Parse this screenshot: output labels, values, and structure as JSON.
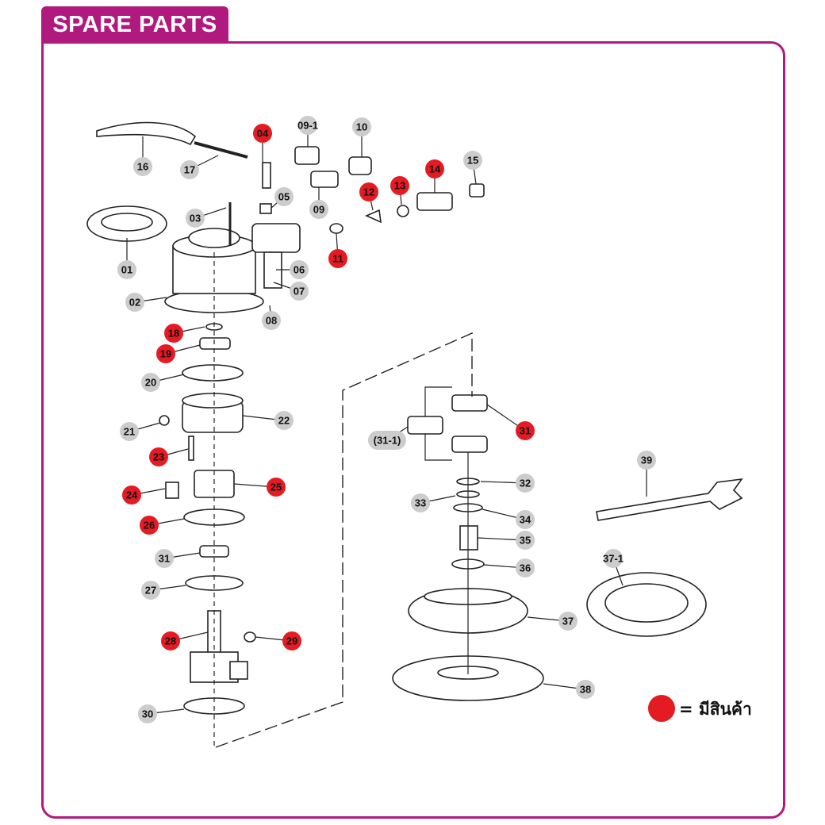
{
  "header": {
    "title": "SPARE PARTS"
  },
  "colors": {
    "accent": "#b0197e",
    "available": "#e51b24",
    "normal": "#cccccc"
  },
  "legend": {
    "text": "= มีสินค้า"
  },
  "parts": [
    {
      "id": "p01",
      "label": "01",
      "available": false
    },
    {
      "id": "p02",
      "label": "02",
      "available": false
    },
    {
      "id": "p03",
      "label": "03",
      "available": false
    },
    {
      "id": "p04",
      "label": "04",
      "available": true
    },
    {
      "id": "p05",
      "label": "05",
      "available": false
    },
    {
      "id": "p06",
      "label": "06",
      "available": false
    },
    {
      "id": "p07",
      "label": "07",
      "available": false
    },
    {
      "id": "p08",
      "label": "08",
      "available": false
    },
    {
      "id": "p09",
      "label": "09",
      "available": false
    },
    {
      "id": "p09-1",
      "label": "09-1",
      "available": false
    },
    {
      "id": "p10",
      "label": "10",
      "available": false
    },
    {
      "id": "p11",
      "label": "11",
      "available": true
    },
    {
      "id": "p12",
      "label": "12",
      "available": true
    },
    {
      "id": "p13",
      "label": "13",
      "available": true
    },
    {
      "id": "p14",
      "label": "14",
      "available": true
    },
    {
      "id": "p15",
      "label": "15",
      "available": false
    },
    {
      "id": "p16",
      "label": "16",
      "available": false
    },
    {
      "id": "p17",
      "label": "17",
      "available": false
    },
    {
      "id": "p18",
      "label": "18",
      "available": true
    },
    {
      "id": "p19",
      "label": "19",
      "available": true
    },
    {
      "id": "p20",
      "label": "20",
      "available": false
    },
    {
      "id": "p21",
      "label": "21",
      "available": false
    },
    {
      "id": "p22",
      "label": "22",
      "available": false
    },
    {
      "id": "p23",
      "label": "23",
      "available": true
    },
    {
      "id": "p24",
      "label": "24",
      "available": true
    },
    {
      "id": "p25",
      "label": "25",
      "available": true
    },
    {
      "id": "p26",
      "label": "26",
      "available": true
    },
    {
      "id": "p31a",
      "label": "31",
      "available": false
    },
    {
      "id": "p27",
      "label": "27",
      "available": false
    },
    {
      "id": "p28",
      "label": "28",
      "available": true
    },
    {
      "id": "p29",
      "label": "29",
      "available": true
    },
    {
      "id": "p30",
      "label": "30",
      "available": false
    },
    {
      "id": "p31b",
      "label": "31",
      "available": true
    },
    {
      "id": "p31-1",
      "label": "(31-1)",
      "available": false
    },
    {
      "id": "p32",
      "label": "32",
      "available": false
    },
    {
      "id": "p33",
      "label": "33",
      "available": false
    },
    {
      "id": "p34",
      "label": "34",
      "available": false
    },
    {
      "id": "p35",
      "label": "35",
      "available": false
    },
    {
      "id": "p36",
      "label": "36",
      "available": false
    },
    {
      "id": "p37",
      "label": "37",
      "available": false
    },
    {
      "id": "p37-1",
      "label": "37-1",
      "available": false
    },
    {
      "id": "p38",
      "label": "38",
      "available": false
    },
    {
      "id": "p39",
      "label": "39",
      "available": false
    }
  ]
}
